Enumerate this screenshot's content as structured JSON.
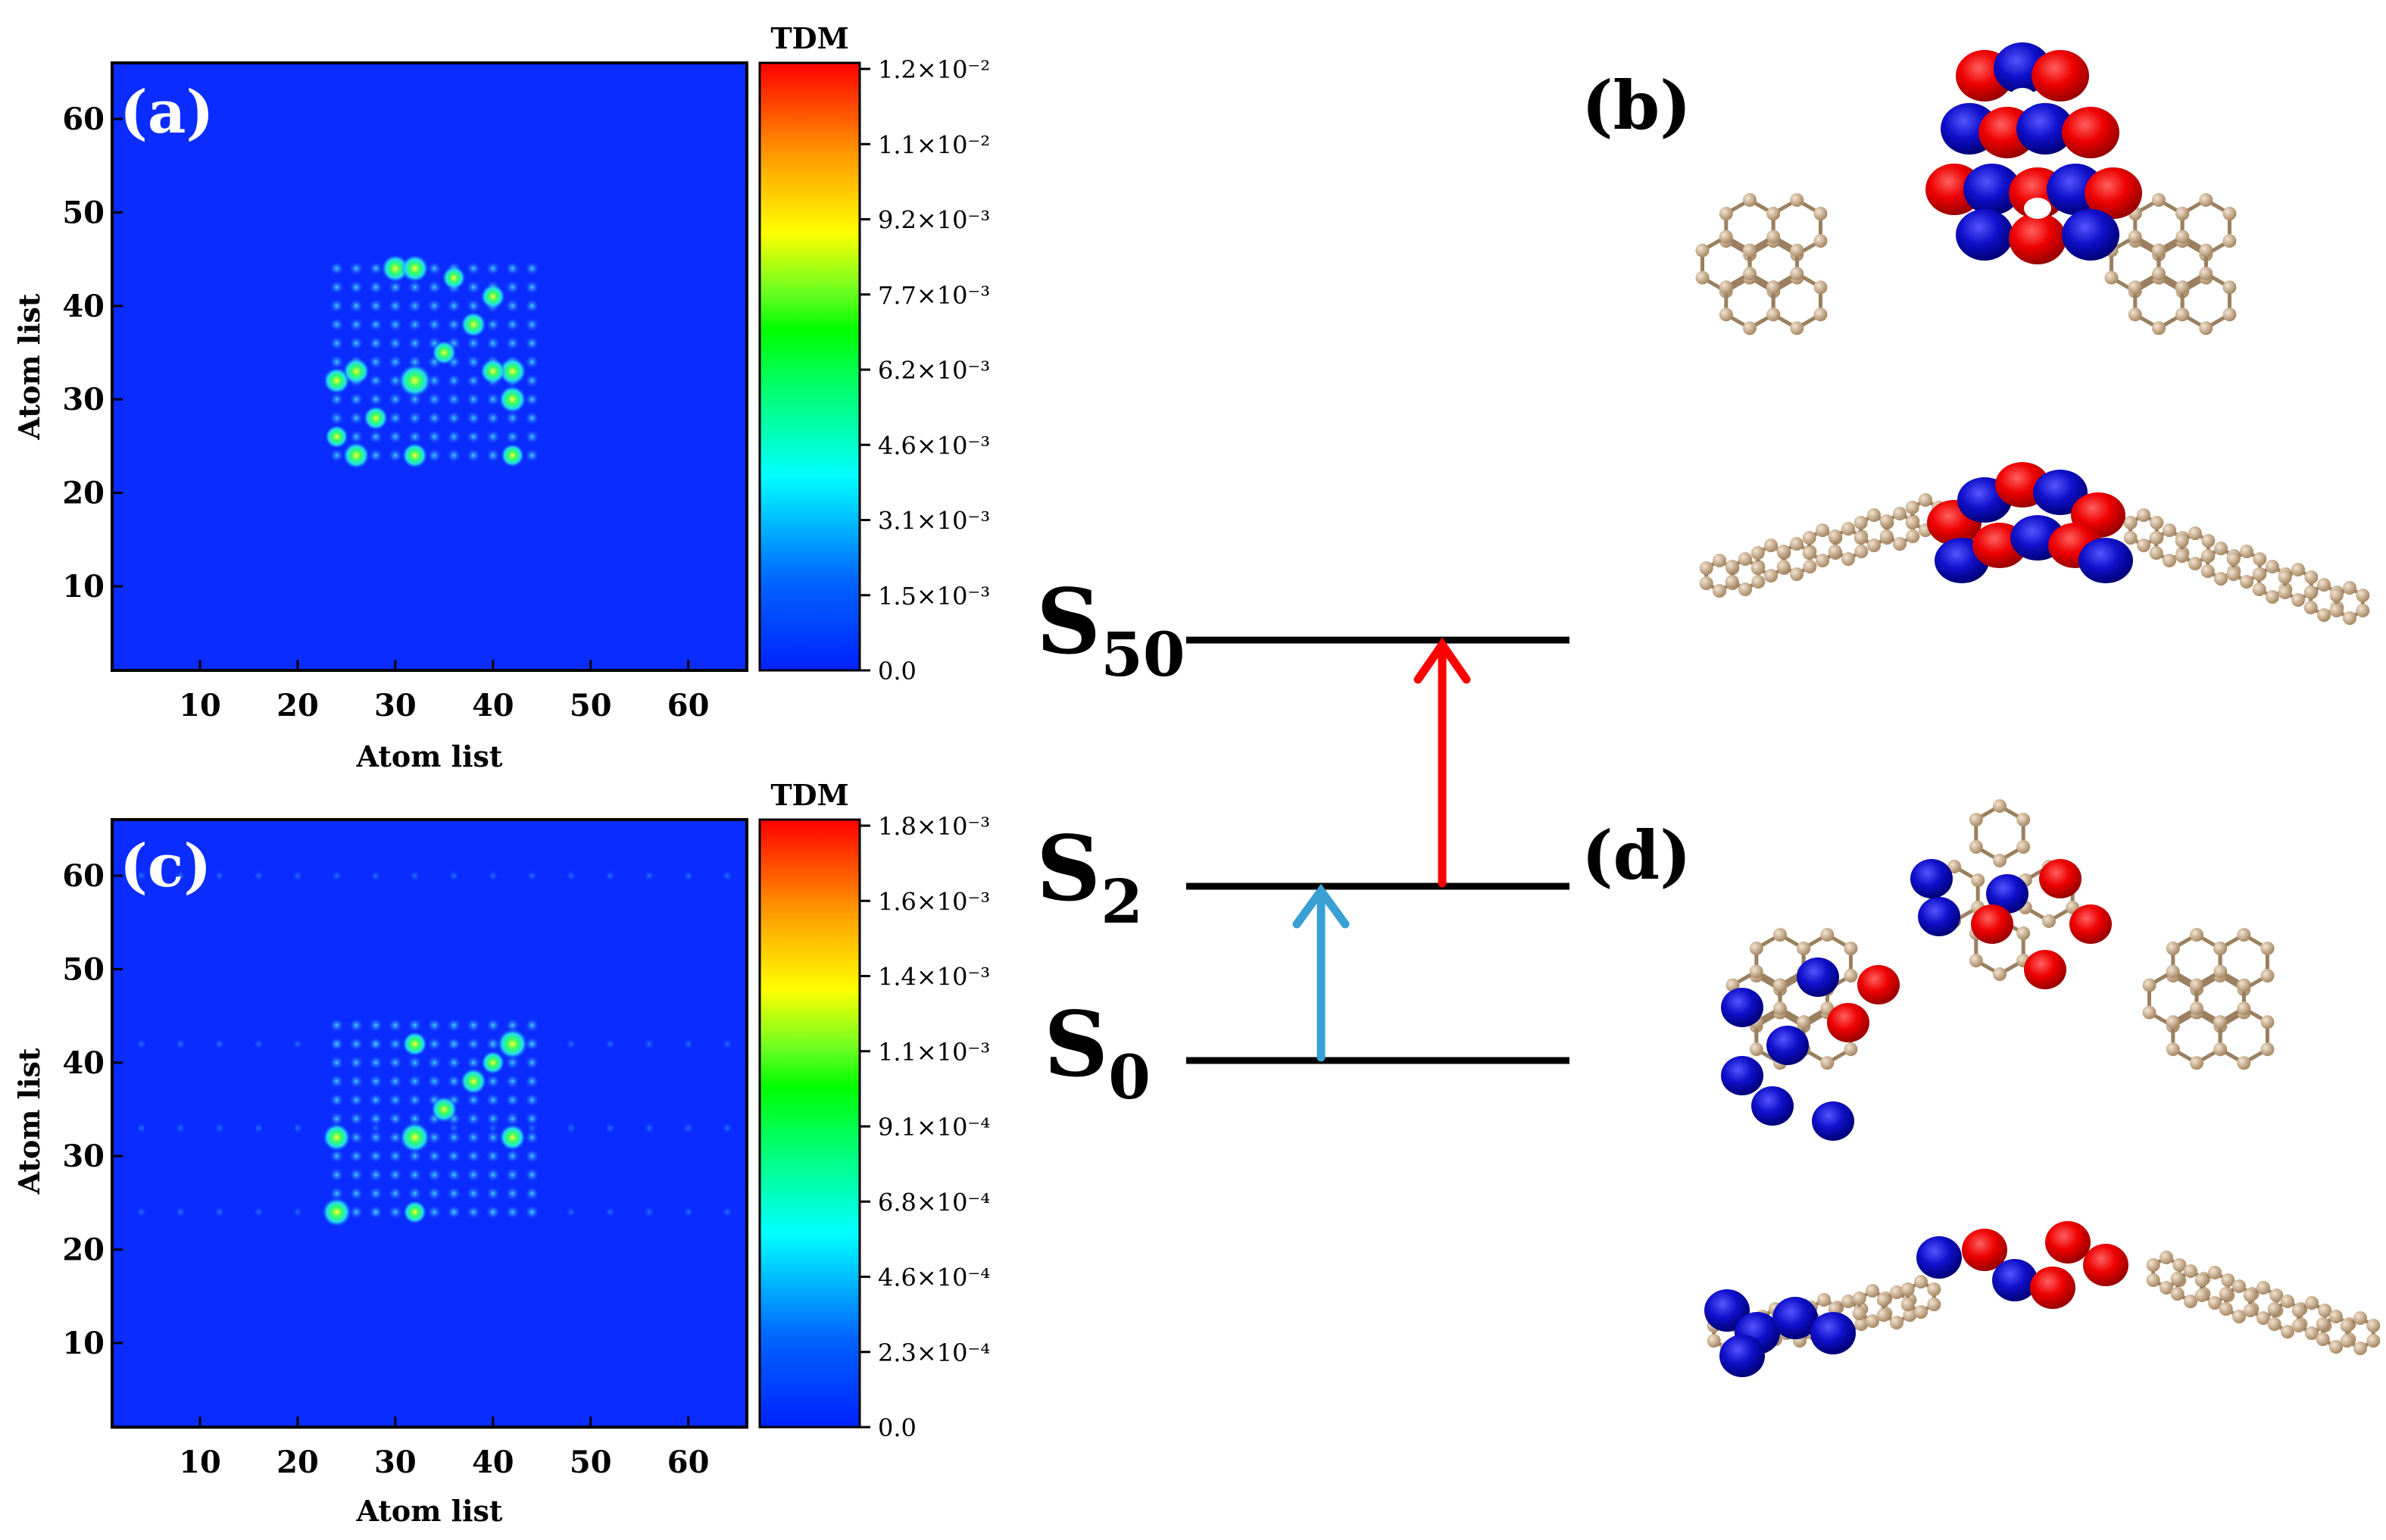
{
  "chart_data": [
    {
      "panel": "(a)",
      "type": "heatmap",
      "xlabel": "Atom list",
      "ylabel": "Atom list",
      "xticks": [
        10,
        20,
        30,
        40,
        50,
        60
      ],
      "yticks": [
        10,
        20,
        30,
        40,
        50,
        60
      ],
      "xlim": [
        1,
        66
      ],
      "ylim": [
        1,
        66
      ],
      "colorbar_title": "TDM",
      "colorbar_ticks": [
        "1.2×10⁻²",
        "1.1×10⁻²",
        "9.2×10⁻³",
        "7.7×10⁻³",
        "6.2×10⁻³",
        "4.6×10⁻³",
        "3.1×10⁻³",
        "1.5×10⁻³",
        "0.0"
      ],
      "colorbar_range": [
        0,
        0.012
      ],
      "region_x": [
        24,
        44
      ],
      "region_y": [
        24,
        44
      ],
      "peaks": [
        {
          "x": 32,
          "y": 32,
          "value": 0.0085
        },
        {
          "x": 30,
          "y": 44,
          "value": 0.006
        },
        {
          "x": 32,
          "y": 44,
          "value": 0.006
        },
        {
          "x": 42,
          "y": 33,
          "value": 0.006
        },
        {
          "x": 42,
          "y": 30,
          "value": 0.006
        },
        {
          "x": 24,
          "y": 32,
          "value": 0.0055
        },
        {
          "x": 26,
          "y": 33,
          "value": 0.0055
        },
        {
          "x": 26,
          "y": 24,
          "value": 0.0055
        },
        {
          "x": 32,
          "y": 24,
          "value": 0.005
        },
        {
          "x": 40,
          "y": 33,
          "value": 0.005
        },
        {
          "x": 38,
          "y": 38,
          "value": 0.005
        },
        {
          "x": 35,
          "y": 35,
          "value": 0.0045
        },
        {
          "x": 28,
          "y": 28,
          "value": 0.0045
        },
        {
          "x": 40,
          "y": 41,
          "value": 0.0045
        },
        {
          "x": 42,
          "y": 24,
          "value": 0.004
        },
        {
          "x": 24,
          "y": 26,
          "value": 0.004
        },
        {
          "x": 36,
          "y": 43,
          "value": 0.004
        }
      ]
    },
    {
      "panel": "(c)",
      "type": "heatmap",
      "xlabel": "Atom list",
      "ylabel": "Atom list",
      "xticks": [
        10,
        20,
        30,
        40,
        50,
        60
      ],
      "yticks": [
        10,
        20,
        30,
        40,
        50,
        60
      ],
      "xlim": [
        1,
        66
      ],
      "ylim": [
        1,
        66
      ],
      "colorbar_title": "TDM",
      "colorbar_ticks": [
        "1.8×10⁻³",
        "1.6×10⁻³",
        "1.4×10⁻³",
        "1.1×10⁻³",
        "9.1×10⁻⁴",
        "6.8×10⁻⁴",
        "4.6×10⁻⁴",
        "2.3×10⁻⁴",
        "0.0"
      ],
      "colorbar_range": [
        0,
        0.0018
      ],
      "region_x": [
        24,
        44
      ],
      "region_y": [
        24,
        44
      ],
      "peaks": [
        {
          "x": 42,
          "y": 42,
          "value": 0.0011
        },
        {
          "x": 32,
          "y": 32,
          "value": 0.0011
        },
        {
          "x": 24,
          "y": 24,
          "value": 0.001
        },
        {
          "x": 24,
          "y": 32,
          "value": 0.0009
        },
        {
          "x": 42,
          "y": 32,
          "value": 0.0008
        },
        {
          "x": 35,
          "y": 35,
          "value": 0.0008
        },
        {
          "x": 38,
          "y": 38,
          "value": 0.0008
        },
        {
          "x": 32,
          "y": 42,
          "value": 0.0007
        },
        {
          "x": 32,
          "y": 24,
          "value": 0.0006
        },
        {
          "x": 40,
          "y": 40,
          "value": 0.0006
        }
      ]
    },
    {
      "panel": "energy-diagram",
      "type": "diagram",
      "levels": [
        {
          "sub": "50",
          "label": "S"
        },
        {
          "sub": "2",
          "label": "S"
        },
        {
          "sub": "0",
          "label": "S"
        }
      ],
      "transitions": [
        {
          "from": "S0",
          "to": "S2",
          "color": "#3aa0d4"
        },
        {
          "from": "S2",
          "to": "S50",
          "color": "#ff0000"
        }
      ]
    }
  ],
  "panels": {
    "b": "(b)",
    "d": "(d)"
  },
  "colors": {
    "background_map": "#0a2cff",
    "positive_lobe": "#ee0000",
    "negative_lobe": "#1010cc",
    "carbon": "#c8ad8c",
    "hydrogen": "#eeeeee"
  }
}
